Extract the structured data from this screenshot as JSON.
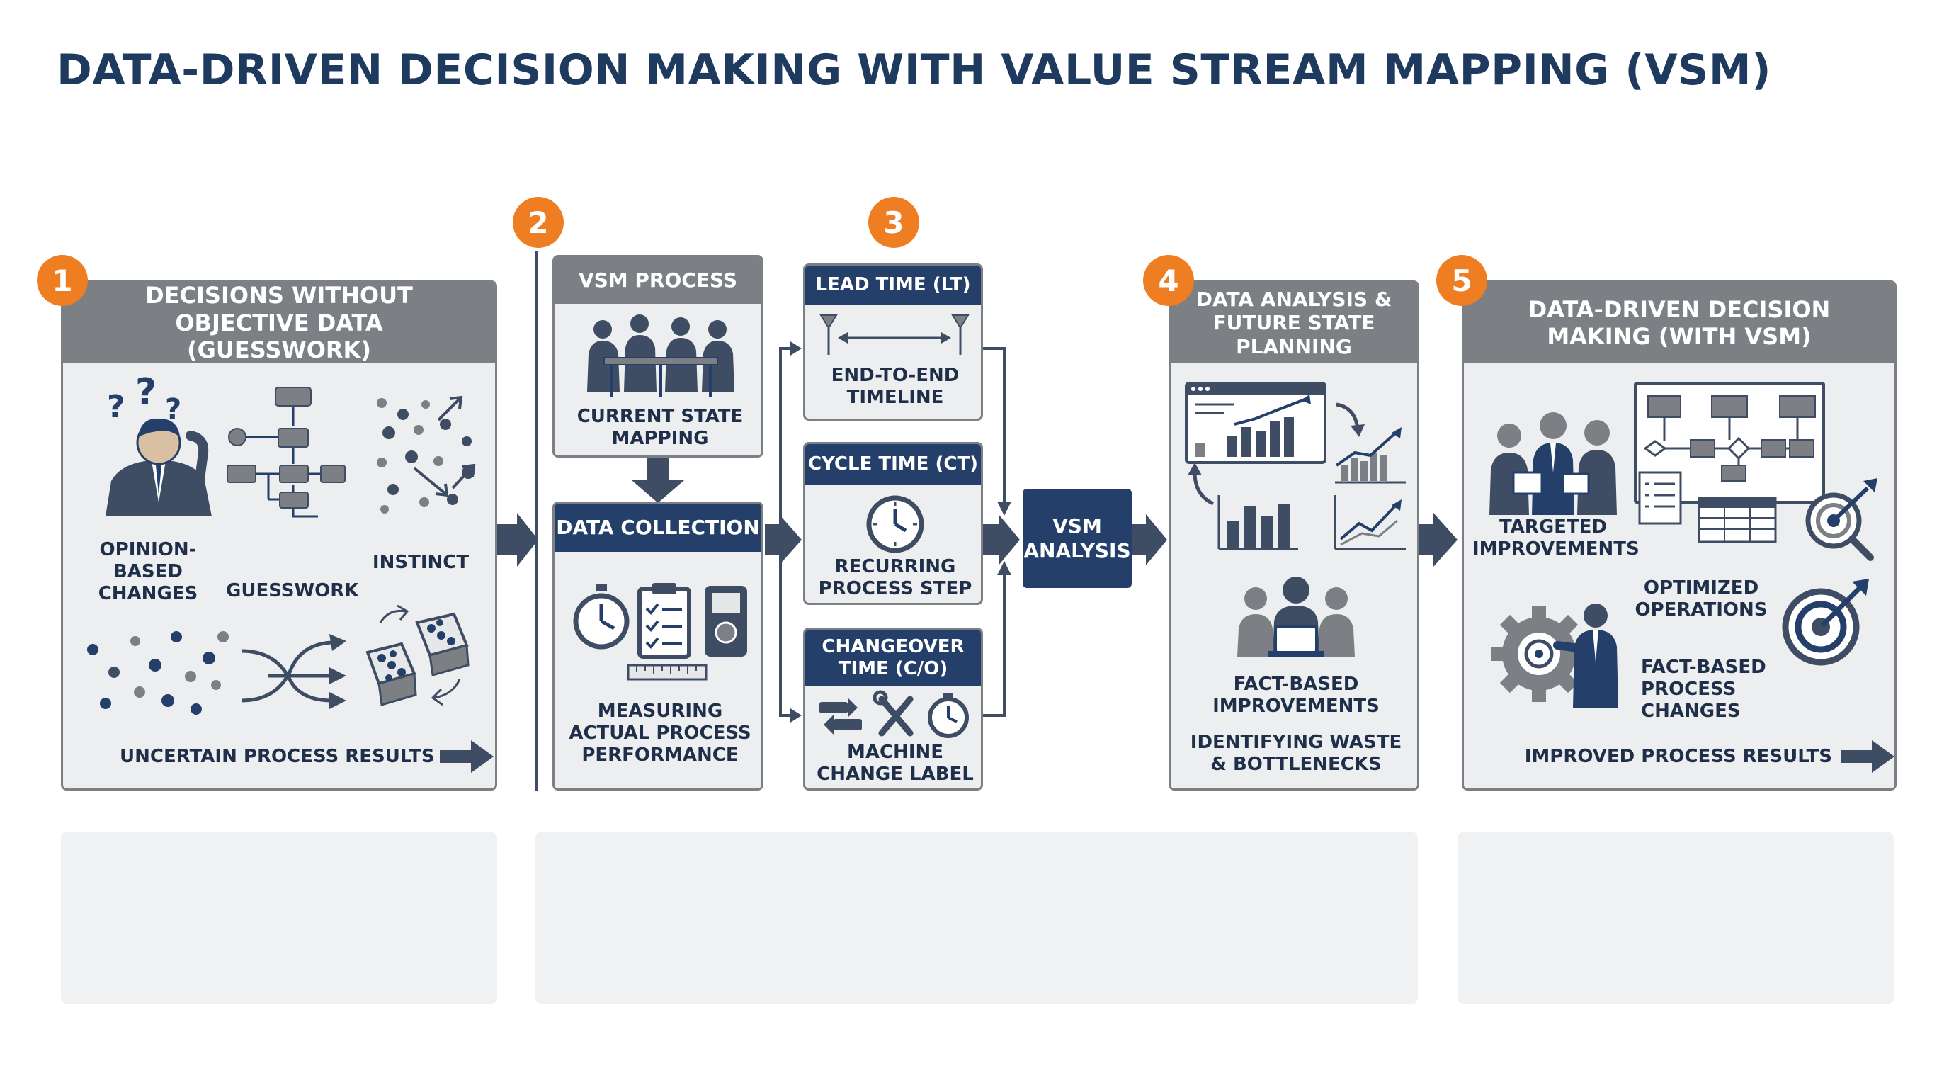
{
  "title": "DATA-DRIVEN DECISION MAKING WITH VALUE STREAM MAPPING (VSM)",
  "badges": [
    "1",
    "2",
    "3",
    "4",
    "5"
  ],
  "panel1": {
    "header": "DECISIONS WITHOUT OBJECTIVE DATA (GUESSWORK)",
    "opinion": "OPINION-BASED CHANGES",
    "guesswork": "GUESSWORK",
    "instinct": "INSTINCT",
    "uncertain": "UNCERTAIN PROCESS RESULTS"
  },
  "vsm_process": {
    "header": "VSM PROCESS",
    "current_state": "CURRENT STATE MAPPING"
  },
  "data_collection": {
    "header": "DATA COLLECTION",
    "measuring": "MEASURING ACTUAL PROCESS PERFORMANCE"
  },
  "lead_time": {
    "header": "LEAD TIME (LT)",
    "label": "END-TO-END TIMELINE"
  },
  "cycle_time": {
    "header": "CYCLE TIME (CT)",
    "label": "RECURRING PROCESS STEP"
  },
  "changeover": {
    "header": "CHANGEOVER TIME (C/O)",
    "label": "MACHINE CHANGE LABEL"
  },
  "vsm_analysis": "VSM ANALYSIS",
  "panel4": {
    "header": "DATA ANALYSIS & FUTURE STATE PLANNING",
    "fact_based": "FACT-BASED IMPROVEMENTS",
    "waste": "IDENTIFYING WASTE & BOTTLENECKS"
  },
  "panel5": {
    "header": "DATA-DRIVEN DECISION MAKING (WITH VSM)",
    "targeted": "TARGETED IMPROVEMENTS",
    "optimized": "OPTIMIZED OPERATIONS",
    "fact_process": "FACT-BASED PROCESS CHANGES",
    "improved": "IMPROVED PROCESS RESULTS"
  },
  "colors": {
    "navy": "#24406a",
    "gray_header": "#7c7f84",
    "orange": "#ef7d22",
    "panel_bg": "#eceef0"
  }
}
